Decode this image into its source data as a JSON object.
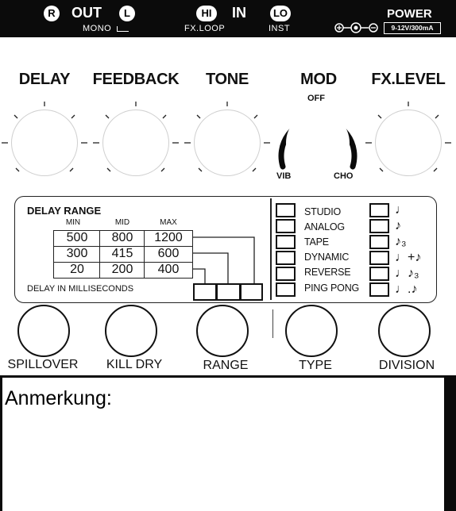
{
  "topbar": {
    "r_jack": "R",
    "out_label": "OUT",
    "l_jack": "L",
    "mono_label": "MONO",
    "hi_jack": "HI",
    "in_label": "IN",
    "fxloop_label": "FX.LOOP",
    "lo_jack": "LO",
    "inst_label": "INST",
    "power_label": "POWER",
    "power_spec": "9-12V/300mA"
  },
  "knobs": [
    {
      "label": "DELAY"
    },
    {
      "label": "FEEDBACK"
    },
    {
      "label": "TONE"
    },
    {
      "label": "MOD",
      "off_label": "OFF",
      "left_label": "VIB",
      "right_label": "CHO"
    },
    {
      "label": "FX.LEVEL"
    }
  ],
  "delay_range": {
    "title": "DELAY RANGE",
    "headers": [
      "MIN",
      "MID",
      "MAX"
    ],
    "rows": [
      [
        "500",
        "800",
        "1200"
      ],
      [
        "300",
        "415",
        "600"
      ],
      [
        "20",
        "200",
        "400"
      ]
    ],
    "footer": "DELAY IN MILLISECONDS"
  },
  "types": [
    "STUDIO",
    "ANALOG",
    "TAPE",
    "DYNAMIC",
    "REVERSE",
    "PING PONG"
  ],
  "division_notes": [
    "♩",
    "♪",
    "♪₃",
    "♩+♪",
    "♩♪₃",
    "♩.♪"
  ],
  "footswitches": [
    {
      "label": "SPILLOVER"
    },
    {
      "label": "KILL DRY"
    },
    {
      "label": "RANGE"
    },
    {
      "label": "TYPE"
    },
    {
      "label": "DIVISION"
    }
  ],
  "note": {
    "title": "Anmerkung:"
  }
}
